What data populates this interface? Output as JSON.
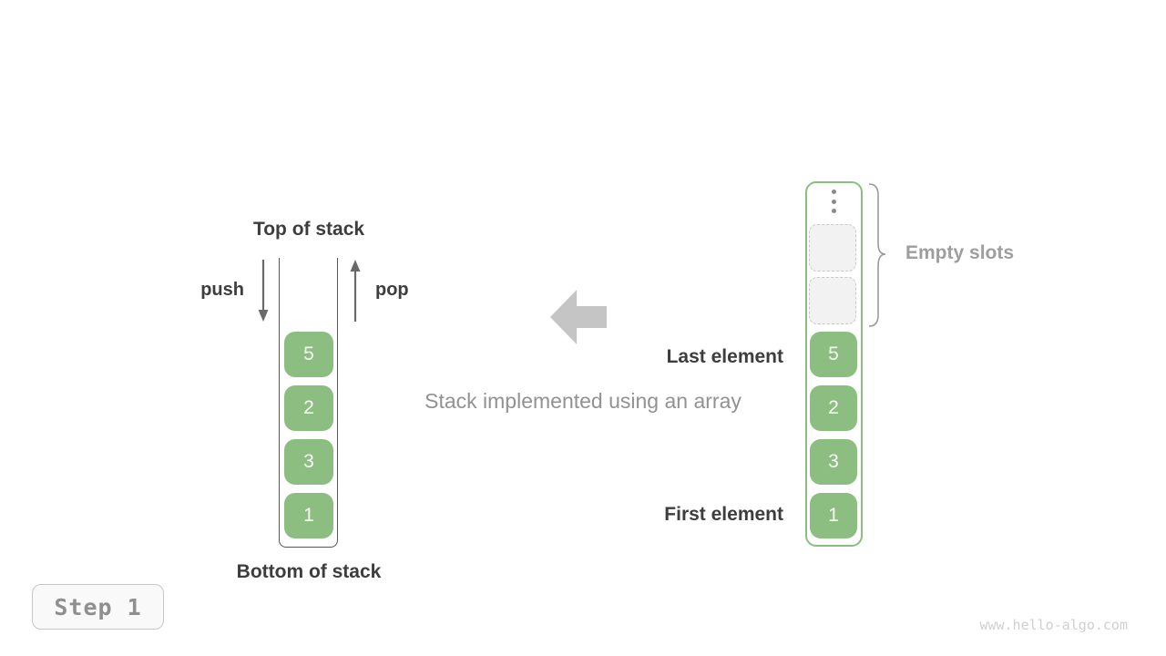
{
  "colors": {
    "accent_green": "#8CBE82",
    "dark_text": "#3D3D3D",
    "gray_text": "#929292",
    "muted_gray": "#9E9E9E",
    "block_arrow_gray": "#C5C5C5",
    "cell_text": "#FAFAF7"
  },
  "left_stack": {
    "top_label": "Top of stack",
    "bottom_label": "Bottom of stack",
    "push_label": "push",
    "pop_label": "pop",
    "cells": [
      "5",
      "2",
      "3",
      "1"
    ]
  },
  "middle": {
    "caption": "Stack implemented using an array"
  },
  "right_array": {
    "cells": [
      "5",
      "2",
      "3",
      "1"
    ],
    "empty_slot_count": 2,
    "labels": {
      "last": "Last element",
      "first": "First element",
      "empty": "Empty slots"
    }
  },
  "footer": {
    "step": "Step 1",
    "watermark": "www.hello-algo.com"
  }
}
